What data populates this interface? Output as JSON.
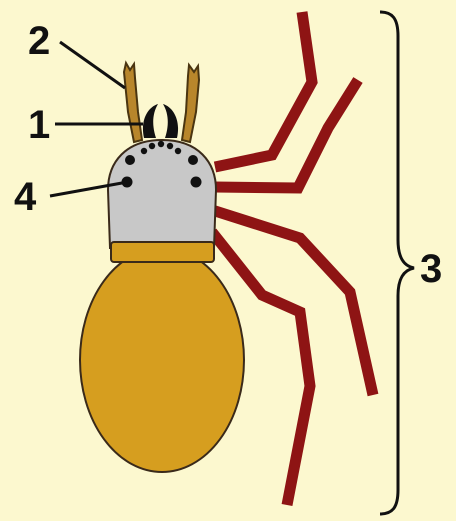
{
  "labels": {
    "one": "1",
    "two": "2",
    "three": "3",
    "four": "4"
  },
  "colors": {
    "background": "#fcf8cf",
    "legs": "#8e1414",
    "abdomen": "#d69e1f",
    "cephalothorax": "#c8c8c8",
    "pedipalps": "#b8862b",
    "outline": "#3a2a1a",
    "eyes": "#111111"
  }
}
